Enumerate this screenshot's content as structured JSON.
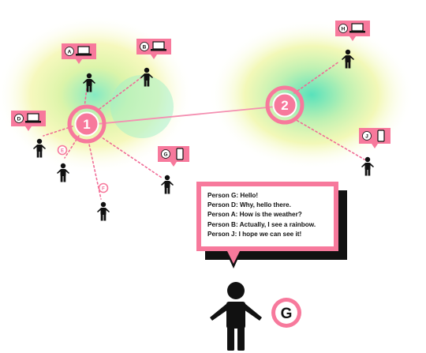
{
  "hubs": [
    {
      "id": "hub-1",
      "label": "1"
    },
    {
      "id": "hub-2",
      "label": "2"
    }
  ],
  "devices": [
    {
      "letter": "A",
      "device": "laptop-icon"
    },
    {
      "letter": "B",
      "device": "laptop-icon"
    },
    {
      "letter": "D",
      "device": "laptop-icon"
    },
    {
      "letter": "G",
      "device": "phone-icon"
    },
    {
      "letter": "H",
      "device": "laptop-icon"
    },
    {
      "letter": "J",
      "device": "phone-icon"
    }
  ],
  "plain_nodes": [
    {
      "letter": "E"
    },
    {
      "letter": "F"
    }
  ],
  "chat": {
    "lines": [
      "Person G: Hello!",
      "Person D: Why, hello there.",
      "Person A: How is the weather?",
      "Person B: Actually, I see a rainbow.",
      "Person J: I hope we can see it!"
    ]
  },
  "speaker": {
    "letter": "G"
  },
  "colors": {
    "pink": "#f7799c",
    "dark": "#111111",
    "line": "#f48fb1"
  }
}
